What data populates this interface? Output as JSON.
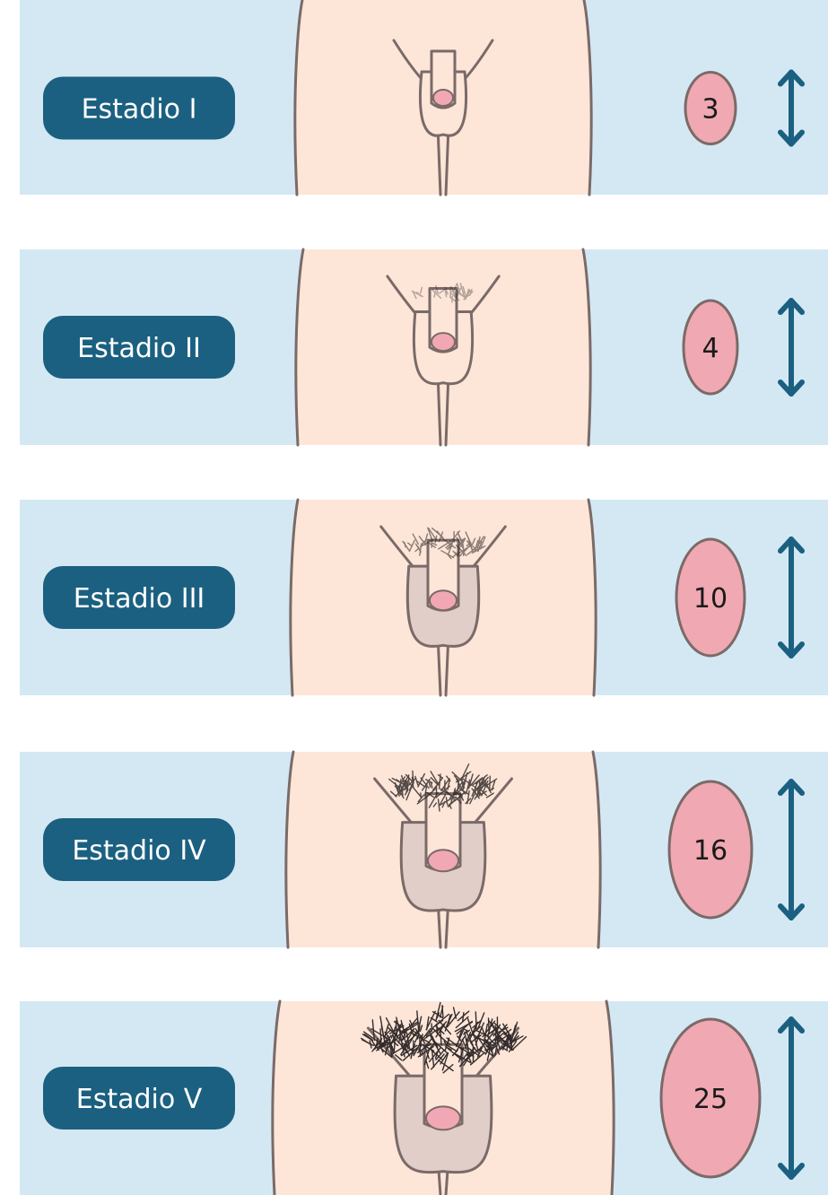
{
  "colors": {
    "band": "#d4e8f4",
    "label_bg": "#1b6080",
    "label_text": "#ffffff",
    "skin": "#fde6d8",
    "outline": "#7a6a68",
    "testis": "#f0a8b2",
    "arrow": "#1b6080"
  },
  "stages": [
    {
      "label": "Estadio I",
      "volume": "3",
      "pubic_hair_level": 0
    },
    {
      "label": "Estadio II",
      "volume": "4",
      "pubic_hair_level": 1
    },
    {
      "label": "Estadio III",
      "volume": "10",
      "pubic_hair_level": 2
    },
    {
      "label": "Estadio IV",
      "volume": "16",
      "pubic_hair_level": 3
    },
    {
      "label": "Estadio V",
      "volume": "25",
      "pubic_hair_level": 4
    }
  ]
}
